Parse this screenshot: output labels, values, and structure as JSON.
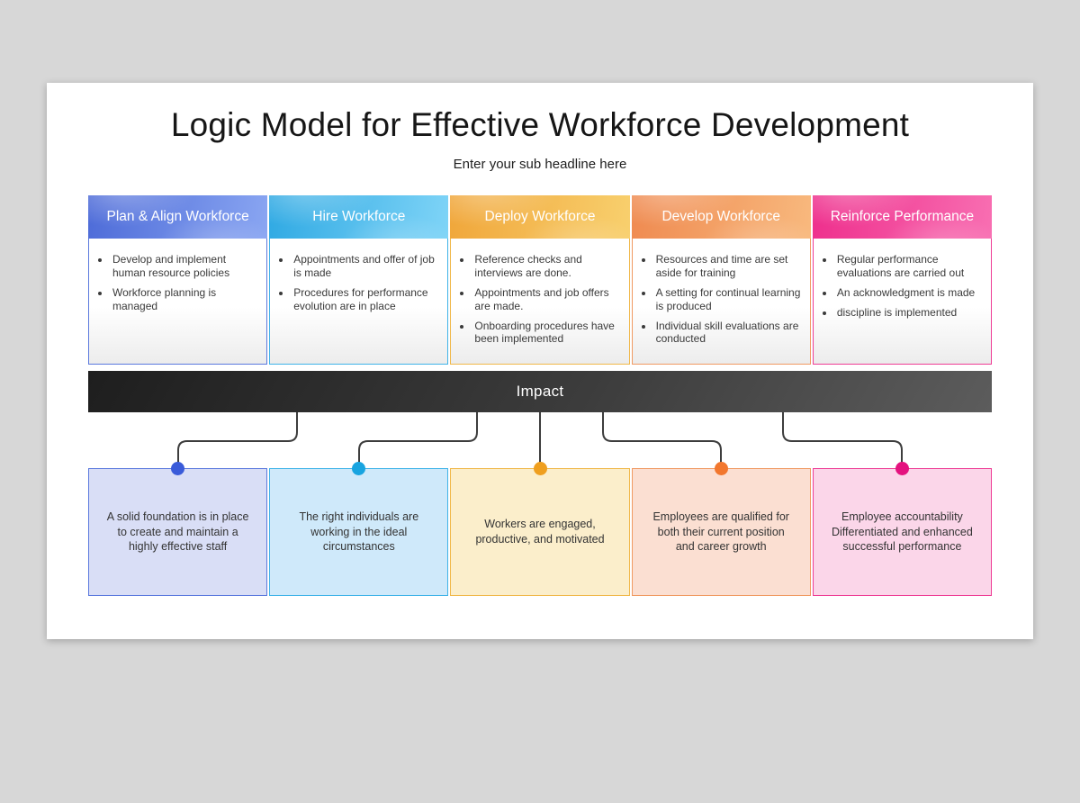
{
  "slide": {
    "title": "Logic Model for Effective Workforce Development",
    "subtitle": "Enter your sub headline here",
    "impact_label": "Impact"
  },
  "columns": [
    {
      "title": "Plan & Align Workforce",
      "items": [
        "Develop and implement human resource policies",
        "Workforce planning is managed"
      ],
      "outcome": "A solid foundation is in place to create and maintain a highly effective staff",
      "colors": {
        "hdr_from": "#4d6bd8",
        "hdr_to": "#8aa6f2",
        "border": "#5b79de",
        "fill": "#d9def6",
        "dot": "#3a5bd9"
      }
    },
    {
      "title": "Hire Workforce",
      "items": [
        "Appointments and offer of job is made",
        "Procedures for performance evolution are in place"
      ],
      "outcome": "The right individuals are working in the ideal circumstances",
      "colors": {
        "hdr_from": "#2fa9e3",
        "hdr_to": "#7fd4f7",
        "border": "#3fb3e8",
        "fill": "#cfe9fa",
        "dot": "#18a4e0"
      }
    },
    {
      "title": "Deploy Workforce",
      "items": [
        "Reference checks and interviews are done.",
        "Appointments and job offers are made.",
        "Onboarding procedures have been implemented"
      ],
      "outcome": "Workers are engaged, productive, and motivated",
      "colors": {
        "hdr_from": "#f0a63a",
        "hdr_to": "#f8d06e",
        "border": "#f0b84a",
        "fill": "#fbeecb",
        "dot": "#ef9f1f"
      }
    },
    {
      "title": "Develop Workforce",
      "items": [
        "Resources and time are set aside for training",
        "A setting for continual learning is produced",
        "Individual skill evaluations are conducted"
      ],
      "outcome": "Employees are qualified for both their current position and career growth",
      "colors": {
        "hdr_from": "#ef8a50",
        "hdr_to": "#f8b97e",
        "border": "#f09a62",
        "fill": "#fbdfd2",
        "dot": "#f2772e"
      }
    },
    {
      "title": "Reinforce Performance",
      "items": [
        "Regular performance evaluations are carried out",
        "An acknowledgment is made",
        "discipline is implemented"
      ],
      "outcome": "Employee accountability Differentiated and enhanced successful performance",
      "colors": {
        "hdr_from": "#ee2e8c",
        "hdr_to": "#f86fb2",
        "border": "#ee3d95",
        "fill": "#fbd6e9",
        "dot": "#e4127f"
      }
    }
  ]
}
